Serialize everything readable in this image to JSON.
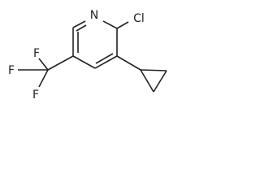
{
  "structure": {
    "atoms": {
      "nitrogen": "N",
      "chlorine": "Cl",
      "fluorine_top": "F",
      "fluorine_left": "F",
      "fluorine_bottom": "F"
    },
    "line_color": "#222222",
    "background": "#ffffff"
  }
}
